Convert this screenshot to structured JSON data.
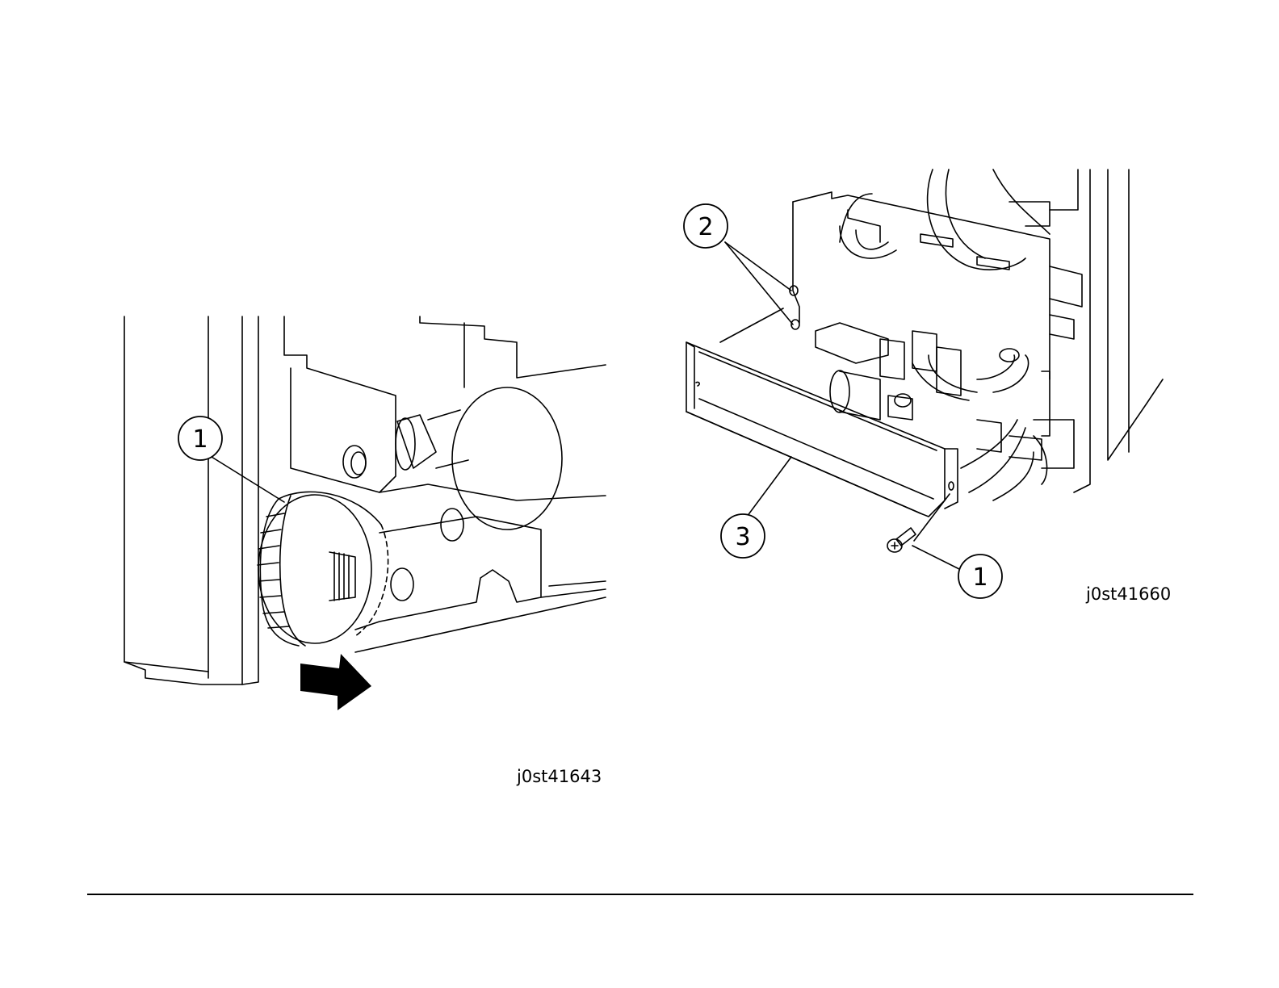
{
  "figures": {
    "left": {
      "id_label": "j0st41643",
      "callouts": [
        "1"
      ],
      "icons": [
        "arrow-right-icon"
      ]
    },
    "right": {
      "id_label": "j0st41660",
      "callouts": [
        "2",
        "3",
        "1"
      ]
    }
  },
  "colors": {
    "line": "#000000",
    "background": "#ffffff"
  }
}
